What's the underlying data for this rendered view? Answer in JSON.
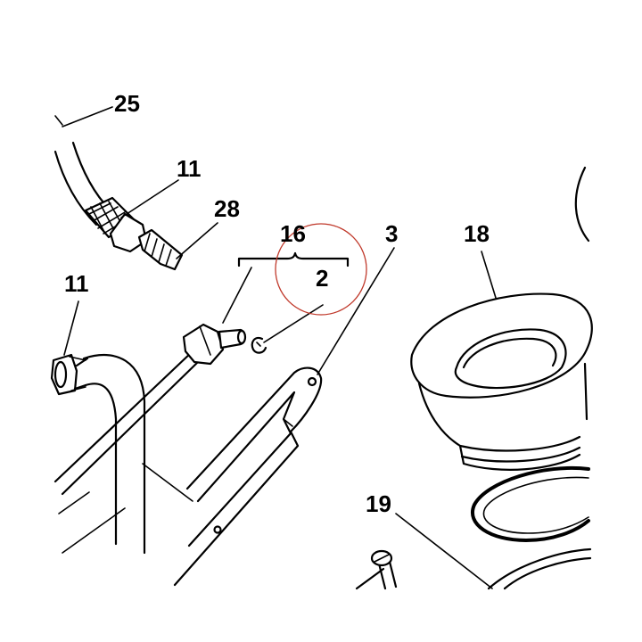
{
  "callouts": {
    "c25": "25",
    "c11a": "11",
    "c28": "28",
    "c16": "16",
    "c3": "3",
    "c18": "18",
    "c11b": "11",
    "c2": "2",
    "c19": "19"
  },
  "colors": {
    "line": "#000000",
    "background": "#ffffff",
    "highlight_circle": "#c0392b"
  }
}
